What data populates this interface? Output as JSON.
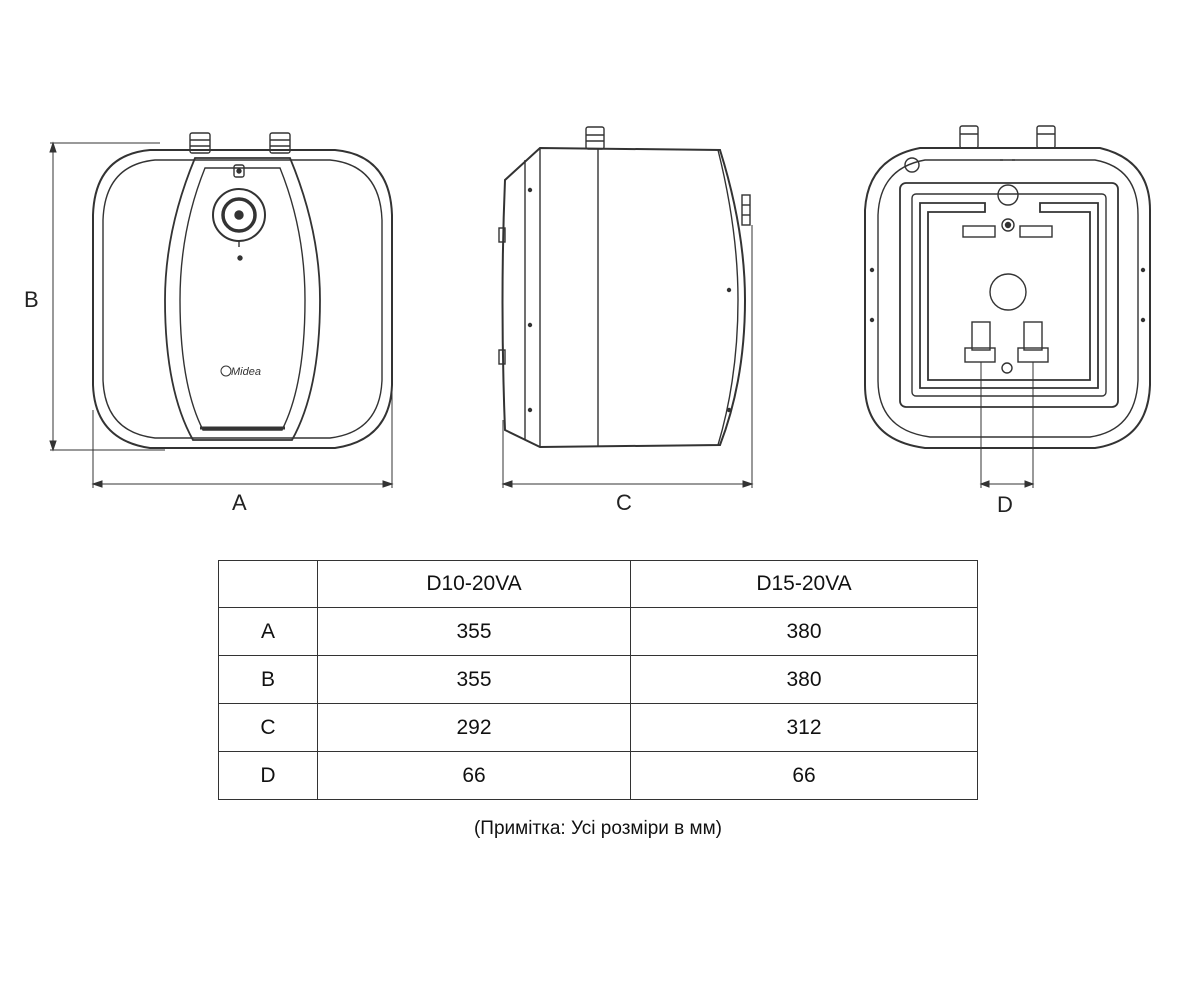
{
  "diagram": {
    "dimension_labels": {
      "a": "A",
      "b": "B",
      "c": "C",
      "d": "D"
    },
    "logo_text": "Midea"
  },
  "table": {
    "header": [
      "",
      "D10-20VA",
      "D15-20VA"
    ],
    "rows": [
      {
        "label": "A",
        "values": [
          "355",
          "380"
        ]
      },
      {
        "label": "B",
        "values": [
          "355",
          "380"
        ]
      },
      {
        "label": "C",
        "values": [
          "292",
          "312"
        ]
      },
      {
        "label": "D",
        "values": [
          "66",
          "66"
        ]
      }
    ]
  },
  "note": "(Примітка: Усі розміри в мм)"
}
